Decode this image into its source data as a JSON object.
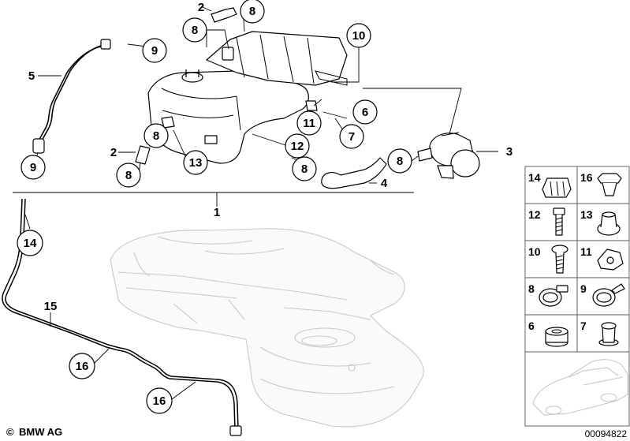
{
  "callouts": {
    "c9_top": "9",
    "c8_top": "8",
    "c2_top": "2",
    "c8_mid": "8",
    "c10": "10",
    "c5": "5",
    "c9_left": "9",
    "c6": "6",
    "c11": "11",
    "c7": "7",
    "c12": "12",
    "c8_right": "8",
    "c3": "3",
    "c8_pump": "8",
    "c4": "4",
    "c8_lowleft": "8",
    "c2_low": "2",
    "c8_bottom": "8",
    "c13": "13",
    "c1": "1",
    "c14": "14",
    "c15": "15",
    "c16_a": "16",
    "c16_b": "16"
  },
  "parts_panel": {
    "cells": [
      {
        "num": "14",
        "icon": "retaining-clip-icon"
      },
      {
        "num": "16",
        "icon": "expanding-rivet-icon"
      },
      {
        "num": "12",
        "icon": "bolt-icon"
      },
      {
        "num": "13",
        "icon": "rubber-grommet-icon"
      },
      {
        "num": "10",
        "icon": "screw-icon"
      },
      {
        "num": "11",
        "icon": "spring-clip-icon"
      },
      {
        "num": "8",
        "icon": "hose-clamp-icon"
      },
      {
        "num": "9",
        "icon": "hose-clamp-icon"
      },
      {
        "num": "6",
        "icon": "sleeve-icon"
      },
      {
        "num": "7",
        "icon": "flanged-sleeve-icon"
      }
    ],
    "vehicle_icon": "car-silhouette-icon"
  },
  "footer": {
    "brand": "BMW AG",
    "copyright_symbol": "©",
    "diagram_id": "00094822"
  }
}
